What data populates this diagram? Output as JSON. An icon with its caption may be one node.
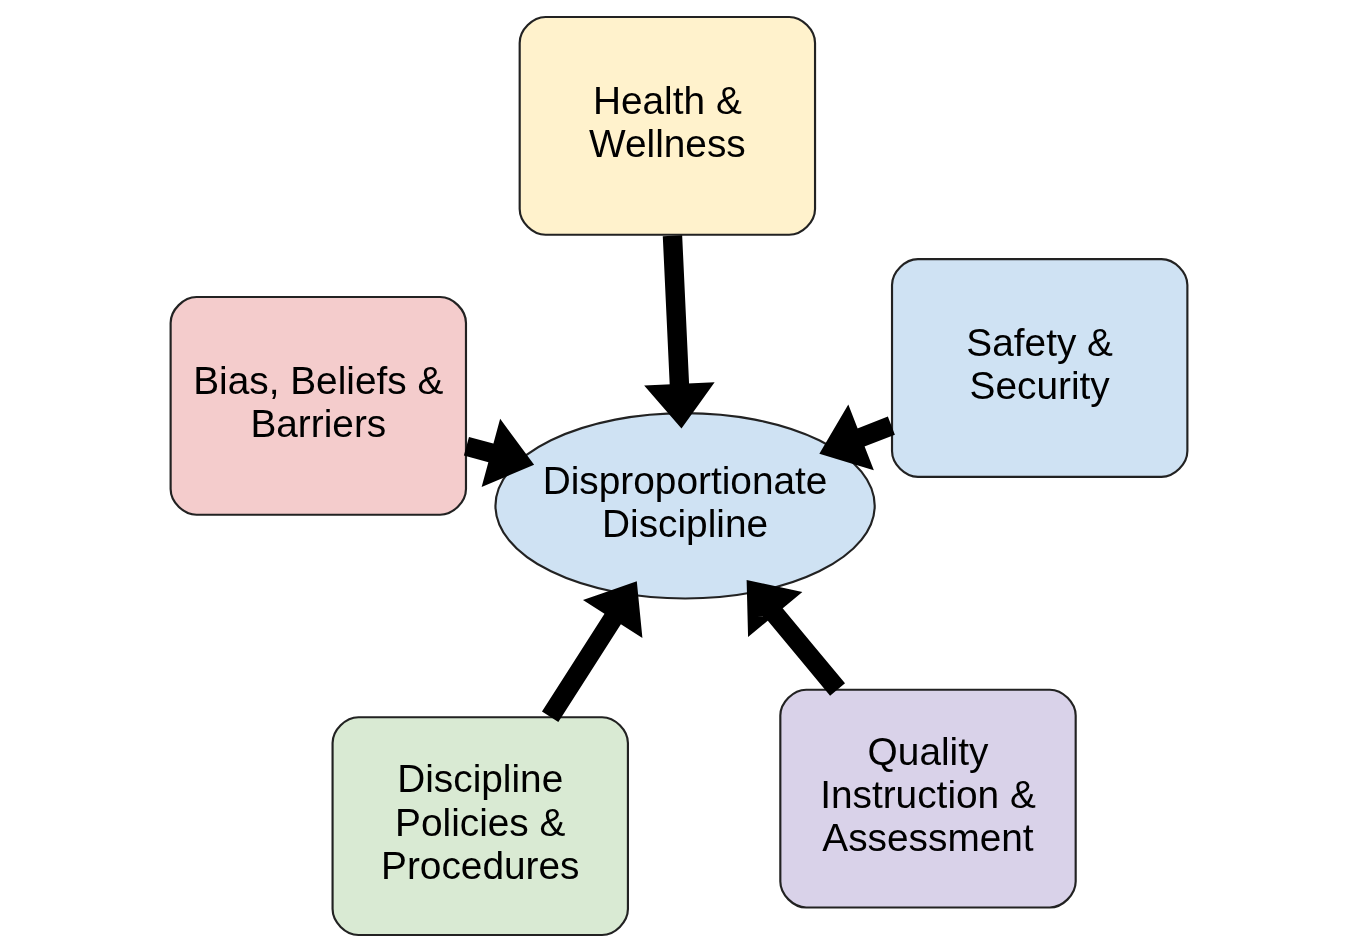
{
  "diagram": {
    "nodes": [
      {
        "text": [
          "Disproportionate Discipline"
        ]
      },
      {
        "text": [
          "Quality Instruction & Assessment"
        ]
      },
      {
        "text": [
          "Discipline Policies & Procedures"
        ]
      },
      {
        "text": [
          "Bias, Beliefs & Barriers"
        ]
      },
      {
        "text": [
          "Safety & Security"
        ]
      },
      {
        "text": [
          "Health & Wellness"
        ]
      }
    ],
    "edges": [
      {
        "from": 1,
        "to": 0,
        "arrow": "to"
      },
      {
        "from": 2,
        "to": 0,
        "arrow": "to"
      },
      {
        "from": 3,
        "to": 0,
        "arrow": "to"
      },
      {
        "from": 4,
        "to": 0,
        "arrow": "to"
      },
      {
        "from": 5,
        "to": 0,
        "arrow": "to"
      }
    ]
  }
}
